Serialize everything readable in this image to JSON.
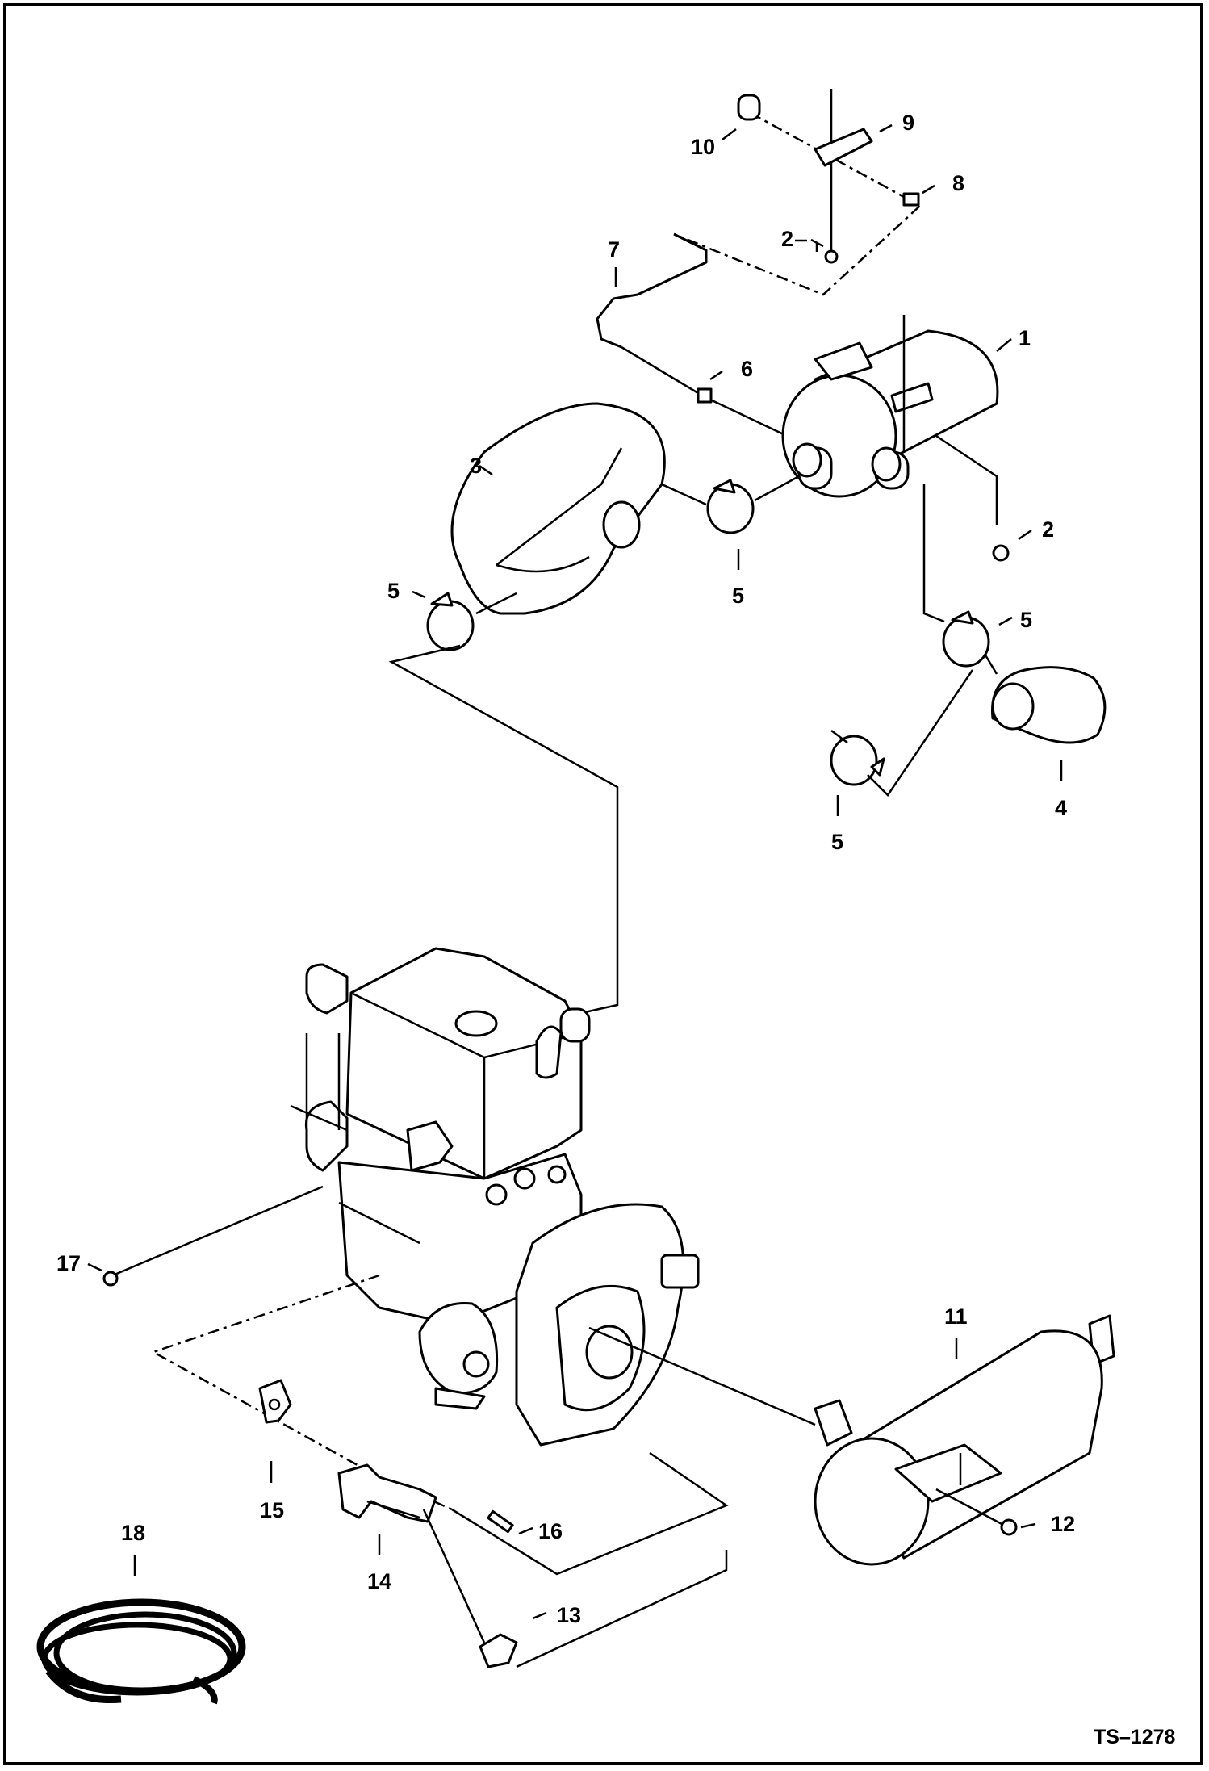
{
  "diagram": {
    "reference_code": "TS–1278",
    "callouts": {
      "c1": "1",
      "c2a": "2",
      "c2b": "2",
      "c3": "3",
      "c4": "4",
      "c5a": "5",
      "c5b": "5",
      "c5c": "5",
      "c5d": "5",
      "c6": "6",
      "c7": "7",
      "c8": "8",
      "c9": "9",
      "c10": "10",
      "c11": "11",
      "c12": "12",
      "c13": "13",
      "c14": "14",
      "c15": "15",
      "c16": "16",
      "c17": "17",
      "c18": "18"
    }
  }
}
